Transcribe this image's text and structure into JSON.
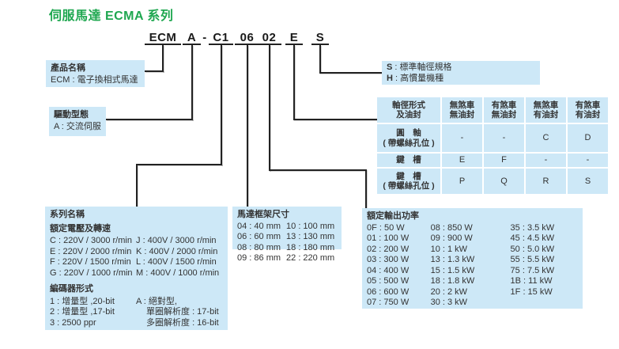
{
  "title": "伺服馬達 ECMA 系列",
  "colors": {
    "accent_green": "#1FA750",
    "box_blue": "#CDE8F7",
    "text_dark": "#333333",
    "line_black": "#222222"
  },
  "model_code": {
    "segments": [
      "ECM",
      "A",
      "-",
      "C1",
      "06",
      "02",
      "E",
      "S"
    ]
  },
  "boxes": {
    "product_name": {
      "title": "產品名稱",
      "desc": "ECM : 電子換相式馬達"
    },
    "drive_type": {
      "title": "驅動型態",
      "desc": "A : 交流伺服"
    },
    "shaft_spec": {
      "items": [
        {
          "key": "S",
          "sep": " : ",
          "desc": "標準軸徑規格"
        },
        {
          "key": "H",
          "sep": " : ",
          "desc": "高慣量機種"
        }
      ]
    },
    "series_name": {
      "title": "系列名稱",
      "voltage_subtitle": "額定電壓及轉速",
      "voltage_col1": [
        "C : 220V / 3000 r/min",
        "E : 220V / 2000 r/min",
        "F : 220V / 1500 r/min",
        "G : 220V / 1000 r/min"
      ],
      "voltage_col2": [
        "J : 400V / 3000 r/min",
        "K : 400V / 2000 r/min",
        "L : 400V / 1500 r/min",
        "M : 400V / 1000 r/min"
      ],
      "encoder_subtitle": "編碼器形式",
      "encoder_col1": [
        "1 : 增量型 ,20-bit",
        "2 : 增量型 ,17-bit",
        "3 : 2500 ppr"
      ],
      "encoder_col2": [
        "A : 絕對型,",
        "單圈解析度 : 17-bit",
        "多圈解析度 : 16-bit"
      ]
    },
    "frame_size": {
      "title": "馬達框架尺寸",
      "col1": [
        "04 : 40 mm",
        "06 : 60 mm",
        "08 : 80 mm",
        "09 : 86 mm"
      ],
      "col2": [
        "10 : 100 mm",
        "13 : 130 mm",
        "18 : 180 mm",
        "22 : 220 mm"
      ]
    },
    "rated_power": {
      "title": "額定輸出功率",
      "col1": [
        "0F : 50 W",
        "01 : 100 W",
        "02 : 200 W",
        "03 : 300 W",
        "04 : 400 W",
        "05 : 500 W",
        "06 : 600 W",
        "07 : 750 W"
      ],
      "col2": [
        "08 : 850 W",
        "09 : 900 W",
        "10 : 1 kW",
        "13 : 1.3 kW",
        "15 : 1.5 kW",
        "18 : 1.8 kW",
        "20 : 2 kW",
        "30 : 3 kW"
      ],
      "col3": [
        "35 : 3.5 kW",
        "45 : 4.5 kW",
        "50 : 5.0 kW",
        "55 : 5.5 kW",
        "75 : 7.5 kW",
        "1B : 11 kW",
        "1F : 15 kW"
      ]
    }
  },
  "shaft_table": {
    "corner": "軸徑形式\n及油封",
    "col_headers": [
      "無煞車\n無油封",
      "有煞車\n無油封",
      "無煞車\n有油封",
      "有煞車\n有油封"
    ],
    "rows": [
      {
        "label": "圓　軸\n( 帶螺絲孔位 )",
        "values": [
          "-",
          "-",
          "C",
          "D"
        ]
      },
      {
        "label": "鍵　槽",
        "values": [
          "E",
          "F",
          "-",
          "-"
        ]
      },
      {
        "label": "鍵　槽\n( 帶螺絲孔位 )",
        "values": [
          "P",
          "Q",
          "R",
          "S"
        ]
      }
    ]
  }
}
